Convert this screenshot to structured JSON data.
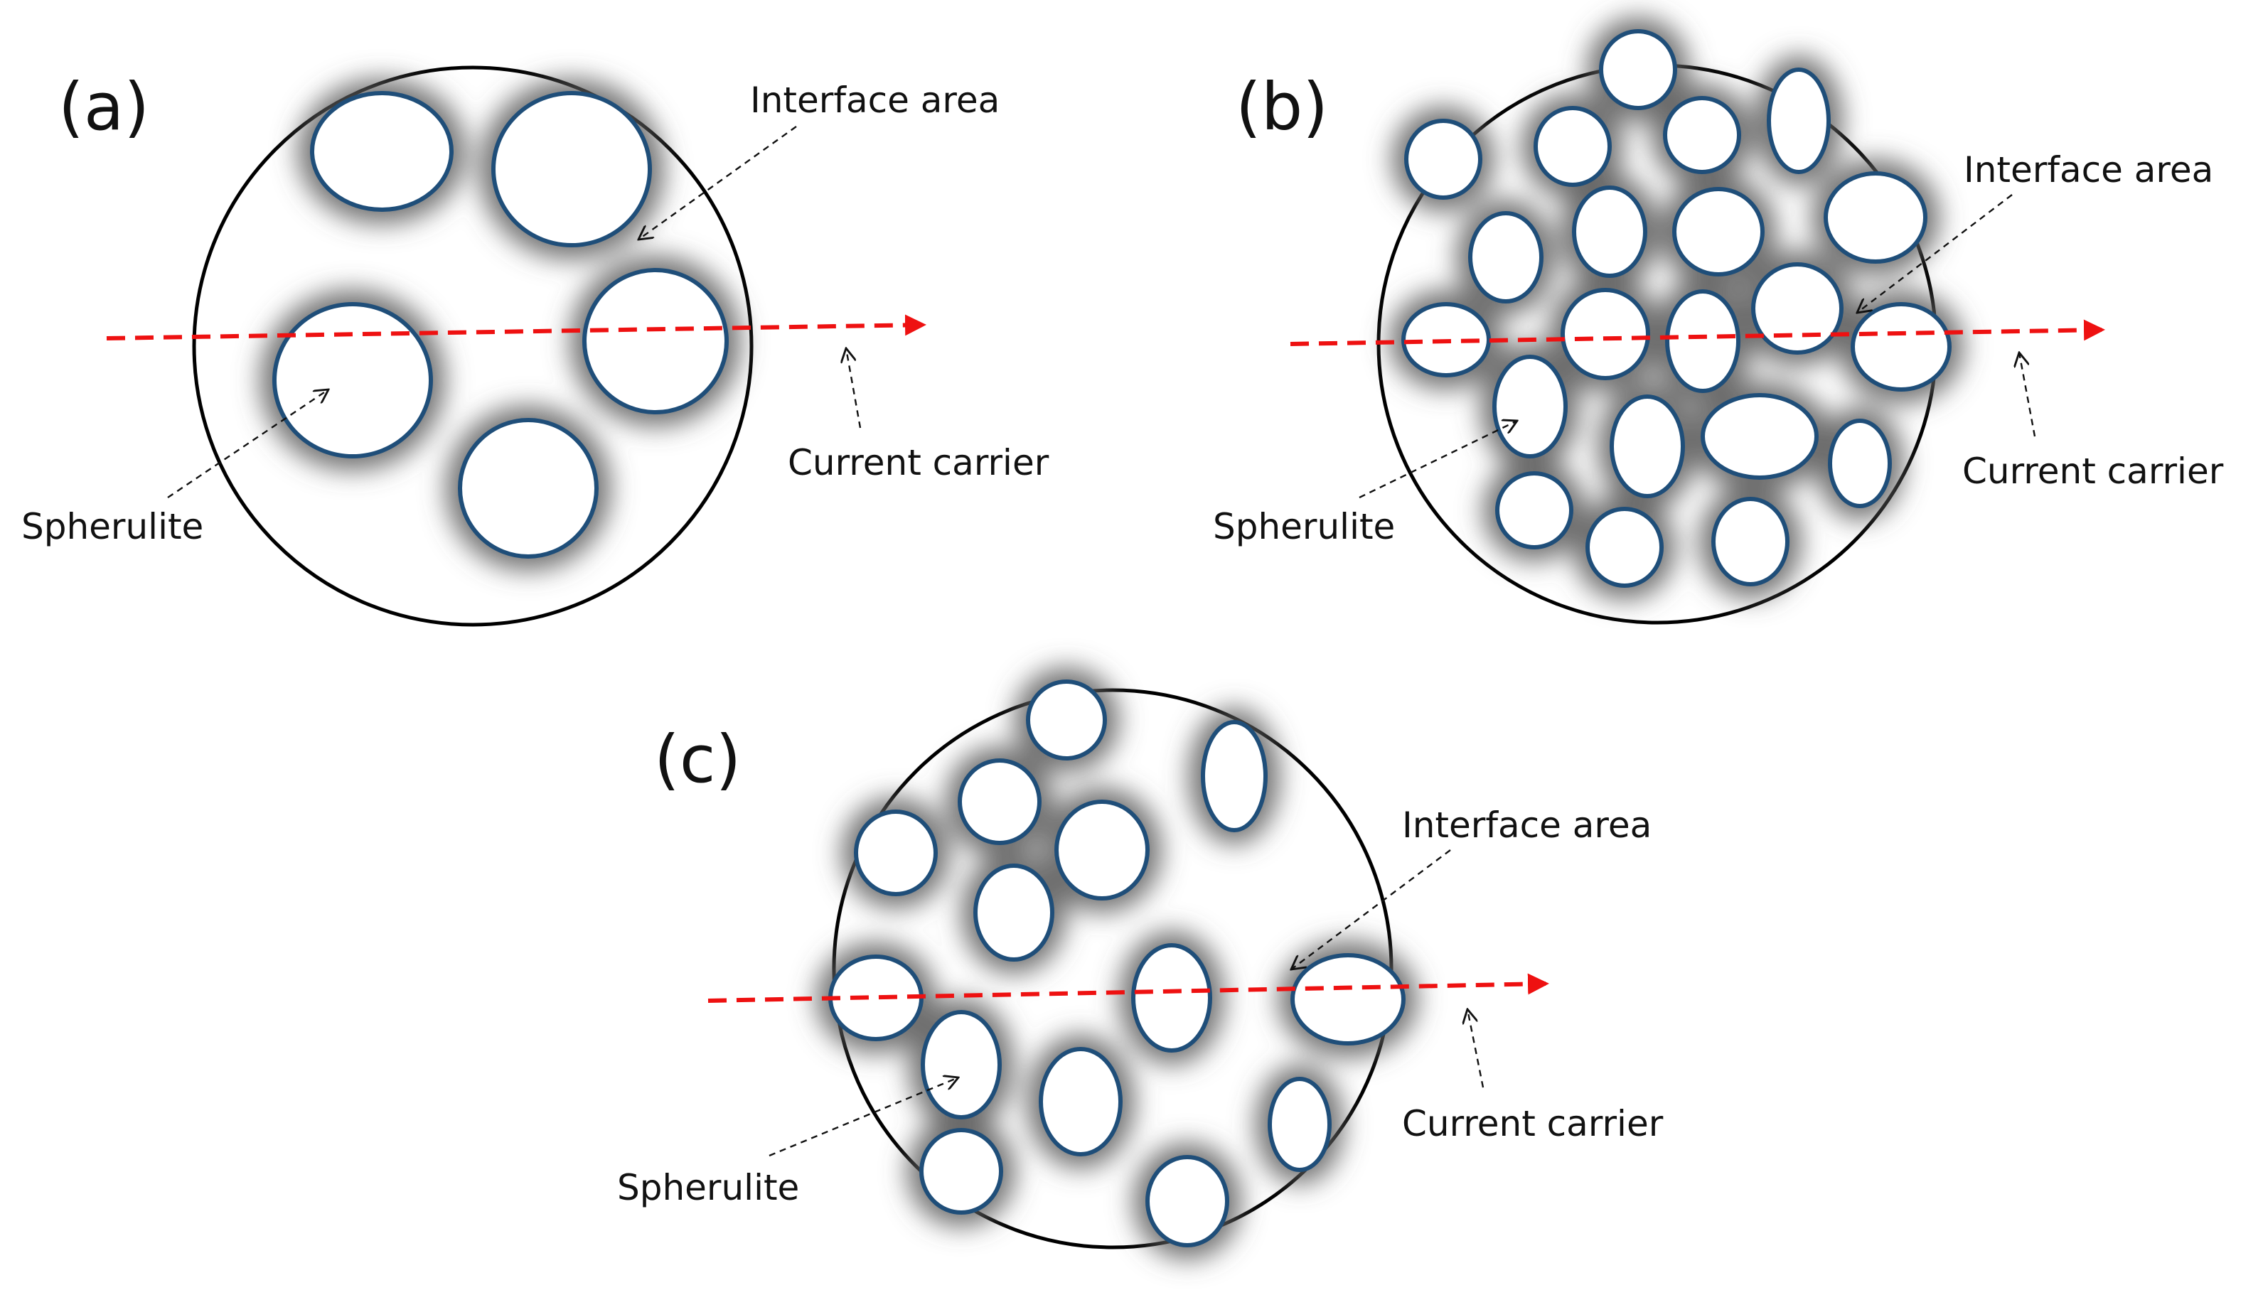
{
  "panels": [
    {
      "id": "a",
      "label": "(a)",
      "interface_label": "Interface area",
      "spherulite_label": "Spherulite",
      "carrier_label": "Current carrier"
    },
    {
      "id": "b",
      "label": "(b)",
      "interface_label": "Interface area",
      "spherulite_label": "Spherulite",
      "carrier_label": "Current carrier"
    },
    {
      "id": "c",
      "label": "(c)",
      "interface_label": "Interface area",
      "spherulite_label": "Spherulite",
      "carrier_label": "Current carrier"
    }
  ],
  "colors": {
    "spherulite_outline": "#1f4e79",
    "interface_halo": "#5a5a5a",
    "current_carrier_arrow": "#ee1111",
    "boundary": "#000000"
  }
}
